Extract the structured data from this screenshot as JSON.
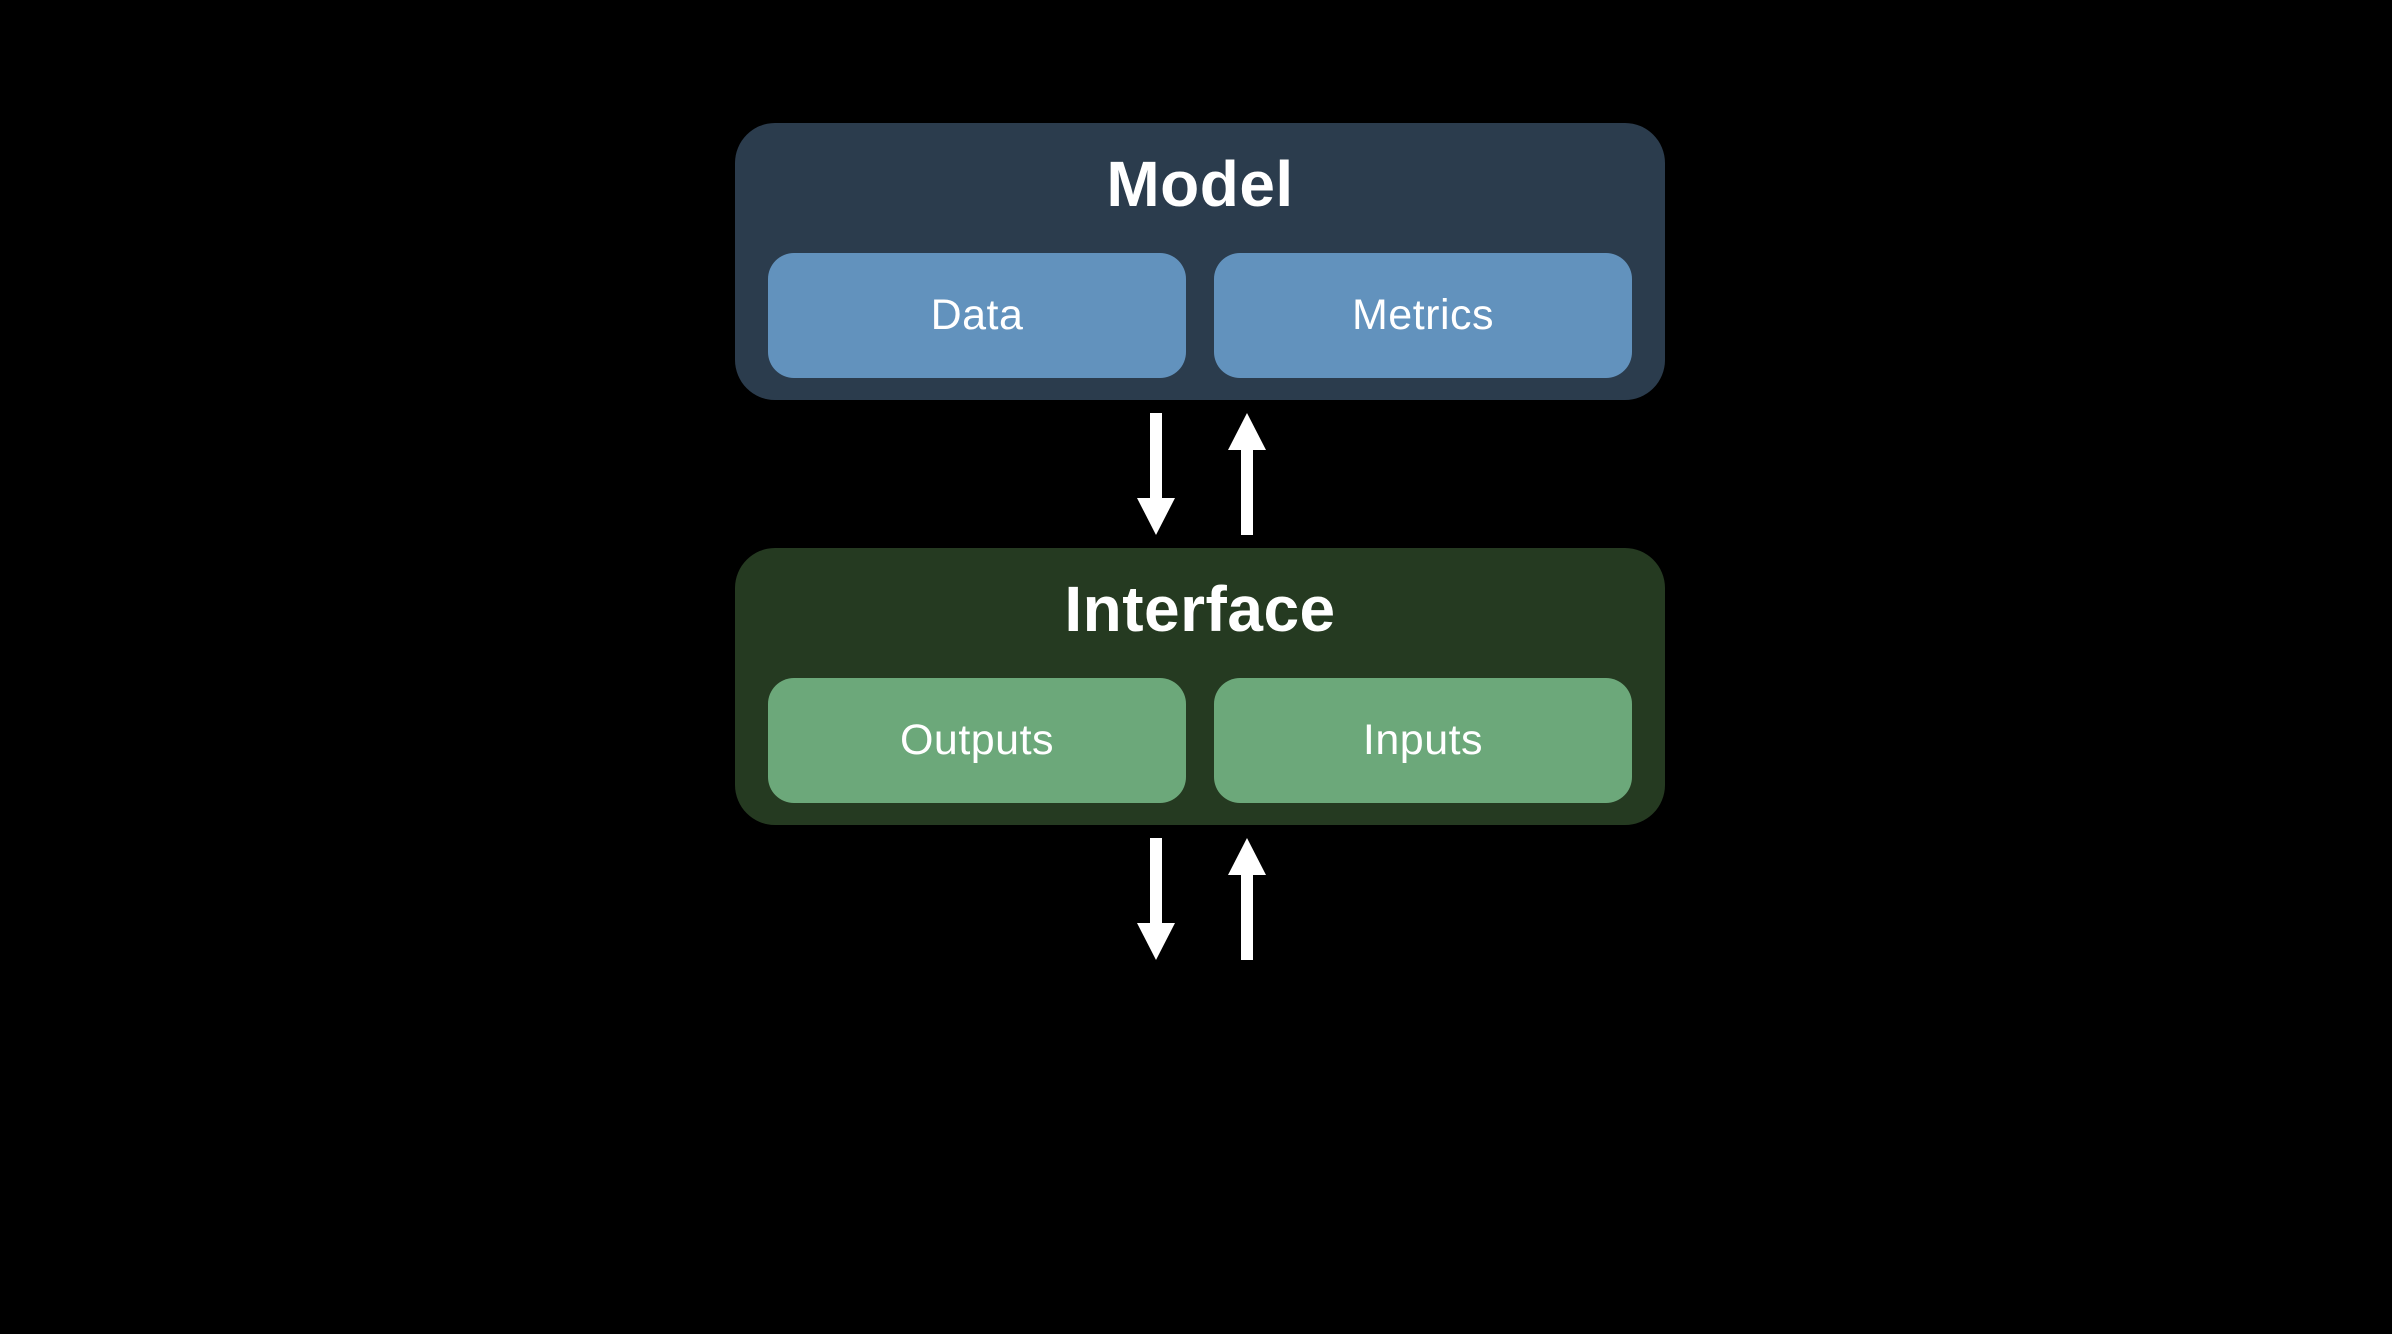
{
  "canvas": {
    "background": "#000000",
    "text_color": "#ffffff"
  },
  "model_box": {
    "title": "Model",
    "bg": "#2b3c4d",
    "children": [
      {
        "label": "Data",
        "bg": "#6292bd"
      },
      {
        "label": "Metrics",
        "bg": "#6292bd"
      }
    ]
  },
  "interface_box": {
    "title": "Interface",
    "bg": "#253a21",
    "children": [
      {
        "label": "Outputs",
        "bg": "#6ca87a"
      },
      {
        "label": "Inputs",
        "bg": "#6ca87a"
      }
    ]
  },
  "arrows": {
    "color": "#ffffff",
    "pairs": [
      {
        "between": "model-interface",
        "directions": [
          "down",
          "up"
        ]
      },
      {
        "between": "interface-external",
        "directions": [
          "down",
          "up"
        ]
      }
    ]
  }
}
